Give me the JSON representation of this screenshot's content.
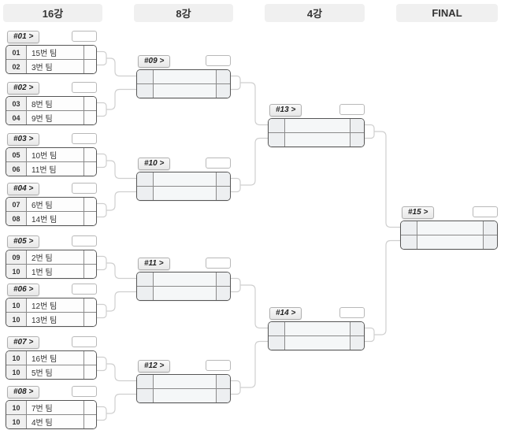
{
  "header": {
    "rounds": [
      "16강",
      "8강",
      "4강",
      "FINAL"
    ]
  },
  "colors": {
    "header_bg": "#f0f0f0",
    "pill_bg": "#eeeeee",
    "table_border": "#565656",
    "inner_border": "#8a8a8a",
    "seed_cell_bg": "#f0f0f0",
    "connector": "#cfcfcf",
    "text": "#333333"
  },
  "matches": [
    {
      "id": "match-01",
      "label": "#01 >",
      "round": "16강",
      "slots": [
        {
          "no": "01",
          "team": "15번 팀",
          "score": ""
        },
        {
          "no": "02",
          "team": "3번 팀",
          "score": ""
        }
      ]
    },
    {
      "id": "match-02",
      "label": "#02 >",
      "round": "16강",
      "slots": [
        {
          "no": "03",
          "team": "8번 팀",
          "score": ""
        },
        {
          "no": "04",
          "team": "9번 팀",
          "score": ""
        }
      ]
    },
    {
      "id": "match-03",
      "label": "#03 >",
      "round": "16강",
      "slots": [
        {
          "no": "05",
          "team": "10번 팀",
          "score": ""
        },
        {
          "no": "06",
          "team": "11번 팀",
          "score": ""
        }
      ]
    },
    {
      "id": "match-04",
      "label": "#04 >",
      "round": "16강",
      "slots": [
        {
          "no": "07",
          "team": "6번 팀",
          "score": ""
        },
        {
          "no": "08",
          "team": "14번 팀",
          "score": ""
        }
      ]
    },
    {
      "id": "match-05",
      "label": "#05 >",
      "round": "16강",
      "slots": [
        {
          "no": "09",
          "team": "2번 팀",
          "score": ""
        },
        {
          "no": "10",
          "team": "1번 팀",
          "score": ""
        }
      ]
    },
    {
      "id": "match-06",
      "label": "#06 >",
      "round": "16강",
      "slots": [
        {
          "no": "10",
          "team": "12번 팀",
          "score": ""
        },
        {
          "no": "10",
          "team": "13번 팀",
          "score": ""
        }
      ]
    },
    {
      "id": "match-07",
      "label": "#07 >",
      "round": "16강",
      "slots": [
        {
          "no": "10",
          "team": "16번 팀",
          "score": ""
        },
        {
          "no": "10",
          "team": "5번 팀",
          "score": ""
        }
      ]
    },
    {
      "id": "match-08",
      "label": "#08 >",
      "round": "16강",
      "slots": [
        {
          "no": "10",
          "team": "7번 팀",
          "score": ""
        },
        {
          "no": "10",
          "team": "4번 팀",
          "score": ""
        }
      ]
    },
    {
      "id": "match-09",
      "label": "#09 >",
      "round": "8강",
      "slots": [
        {
          "no": "",
          "team": "",
          "score": ""
        },
        {
          "no": "",
          "team": "",
          "score": ""
        }
      ]
    },
    {
      "id": "match-10",
      "label": "#10 >",
      "round": "8강",
      "slots": [
        {
          "no": "",
          "team": "",
          "score": ""
        },
        {
          "no": "",
          "team": "",
          "score": ""
        }
      ]
    },
    {
      "id": "match-11",
      "label": "#11 >",
      "round": "8강",
      "slots": [
        {
          "no": "",
          "team": "",
          "score": ""
        },
        {
          "no": "",
          "team": "",
          "score": ""
        }
      ]
    },
    {
      "id": "match-12",
      "label": "#12 >",
      "round": "8강",
      "slots": [
        {
          "no": "",
          "team": "",
          "score": ""
        },
        {
          "no": "",
          "team": "",
          "score": ""
        }
      ]
    },
    {
      "id": "match-13",
      "label": "#13 >",
      "round": "4강",
      "slots": [
        {
          "no": "",
          "team": "",
          "score": ""
        },
        {
          "no": "",
          "team": "",
          "score": ""
        }
      ]
    },
    {
      "id": "match-14",
      "label": "#14 >",
      "round": "4강",
      "slots": [
        {
          "no": "",
          "team": "",
          "score": ""
        },
        {
          "no": "",
          "team": "",
          "score": ""
        }
      ]
    },
    {
      "id": "match-15",
      "label": "#15 >",
      "round": "FINAL",
      "slots": [
        {
          "no": "",
          "team": "",
          "score": ""
        },
        {
          "no": "",
          "team": "",
          "score": ""
        }
      ]
    }
  ]
}
